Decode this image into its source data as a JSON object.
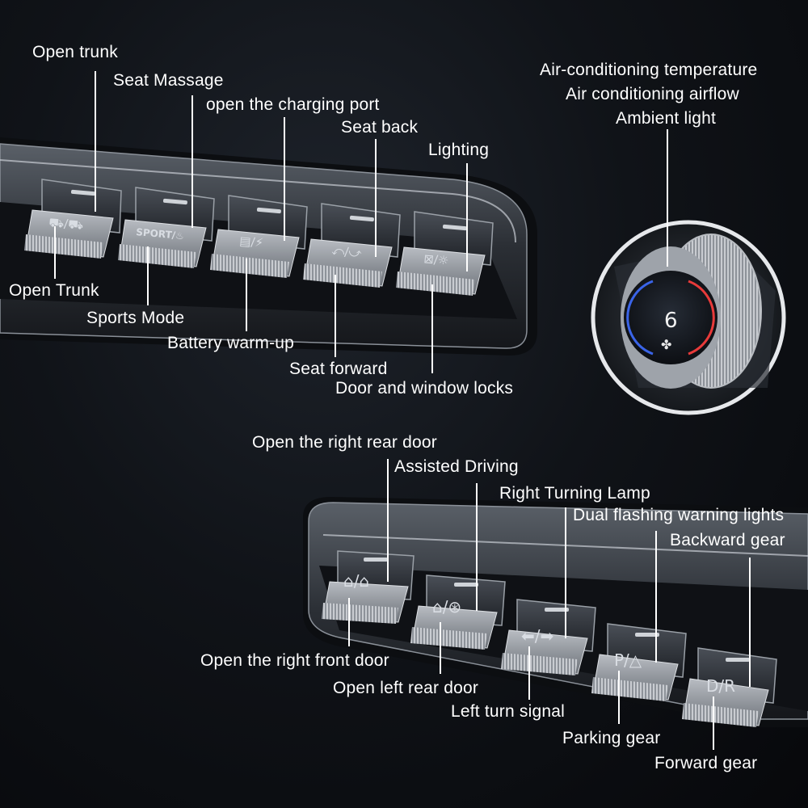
{
  "labels_top_panel_above": {
    "open_trunk": "Open trunk",
    "seat_massage": "Seat Massage",
    "open_charging_port": "open the charging port",
    "seat_back": "Seat back",
    "lighting": "Lighting"
  },
  "labels_top_panel_below": {
    "open_trunk_alt": "Open Trunk",
    "sports_mode": "Sports Mode",
    "battery_warmup": "Battery warm-up",
    "seat_forward": "Seat forward",
    "door_window_locks": "Door and window locks"
  },
  "labels_knob": {
    "ac_temperature": "Air-conditioning temperature",
    "ac_airflow": "Air conditioning airflow",
    "ambient_light": "Ambient light"
  },
  "knob": {
    "display_value": "6",
    "fan_icon": "fan-icon",
    "cold_color": "#3a64e8",
    "hot_color": "#e83a3a"
  },
  "labels_bottom_panel_above": {
    "open_right_rear_door": "Open the right rear door",
    "assisted_driving": "Assisted Driving",
    "right_turning_lamp": "Right Turning Lamp",
    "dual_flashing": "Dual flashing warning lights",
    "backward_gear": "Backward gear"
  },
  "labels_bottom_panel_below": {
    "open_right_front_door": "Open the right front door",
    "open_left_rear_door": "Open left rear door",
    "left_turn_signal": "Left turn signal",
    "parking_gear": "Parking gear",
    "forward_gear": "Forward gear"
  },
  "top_keys": [
    {
      "icon": "trunk-icon",
      "glyph": "⛟/⛟"
    },
    {
      "icon": "sport-seat-icon",
      "glyph": "SPORT/♨"
    },
    {
      "icon": "charging-port-icon",
      "glyph": "▤/⚡"
    },
    {
      "icon": "seat-adjust-icon",
      "glyph": "⤺/⤻"
    },
    {
      "icon": "lock-light-icon",
      "glyph": "⊠/☼"
    }
  ],
  "bottom_keys": [
    {
      "icon": "door-icon",
      "glyph": "⌂/⌂"
    },
    {
      "icon": "steering-icon",
      "glyph": "⌂/⊛"
    },
    {
      "icon": "turn-signal-icon",
      "glyph": "⬅/➡"
    },
    {
      "icon": "parking-hazard-icon",
      "glyph": "P/△"
    },
    {
      "icon": "gear-icon",
      "glyph": "D/R"
    }
  ]
}
